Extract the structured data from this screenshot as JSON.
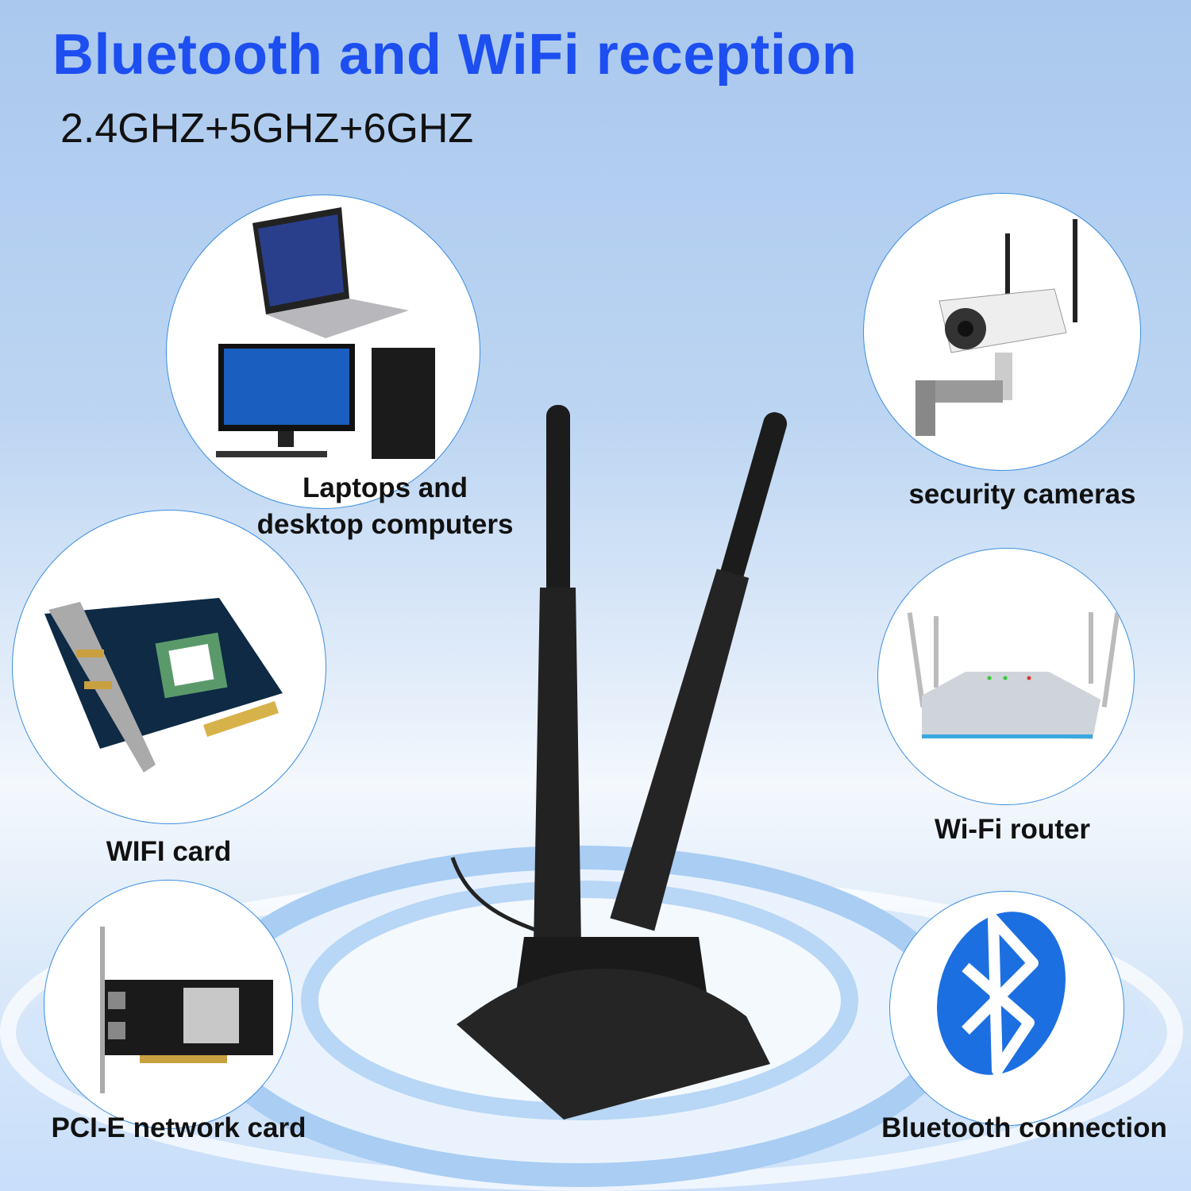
{
  "header": {
    "title": "Bluetooth and WiFi reception",
    "subtitle": "2.4GHZ+5GHZ+6GHZ"
  },
  "colors": {
    "title": "#1c4ef0",
    "circle_border": "#3d8ee0",
    "background": "#aac8ee",
    "bluetooth": "#1c6fe0"
  },
  "applications": [
    {
      "label_line1": "Laptops and",
      "label_line2": "desktop computers",
      "icon": "laptop-desktop-icon"
    },
    {
      "label": "security cameras",
      "icon": "security-camera-icon"
    },
    {
      "label": "WIFI card",
      "icon": "wifi-card-icon"
    },
    {
      "label": "Wi-Fi router",
      "icon": "router-icon"
    },
    {
      "label": "PCI-E network card",
      "icon": "network-card-icon"
    },
    {
      "label": "Bluetooth connection",
      "icon": "bluetooth-icon"
    }
  ],
  "product": {
    "icon": "dual-antenna-icon"
  }
}
